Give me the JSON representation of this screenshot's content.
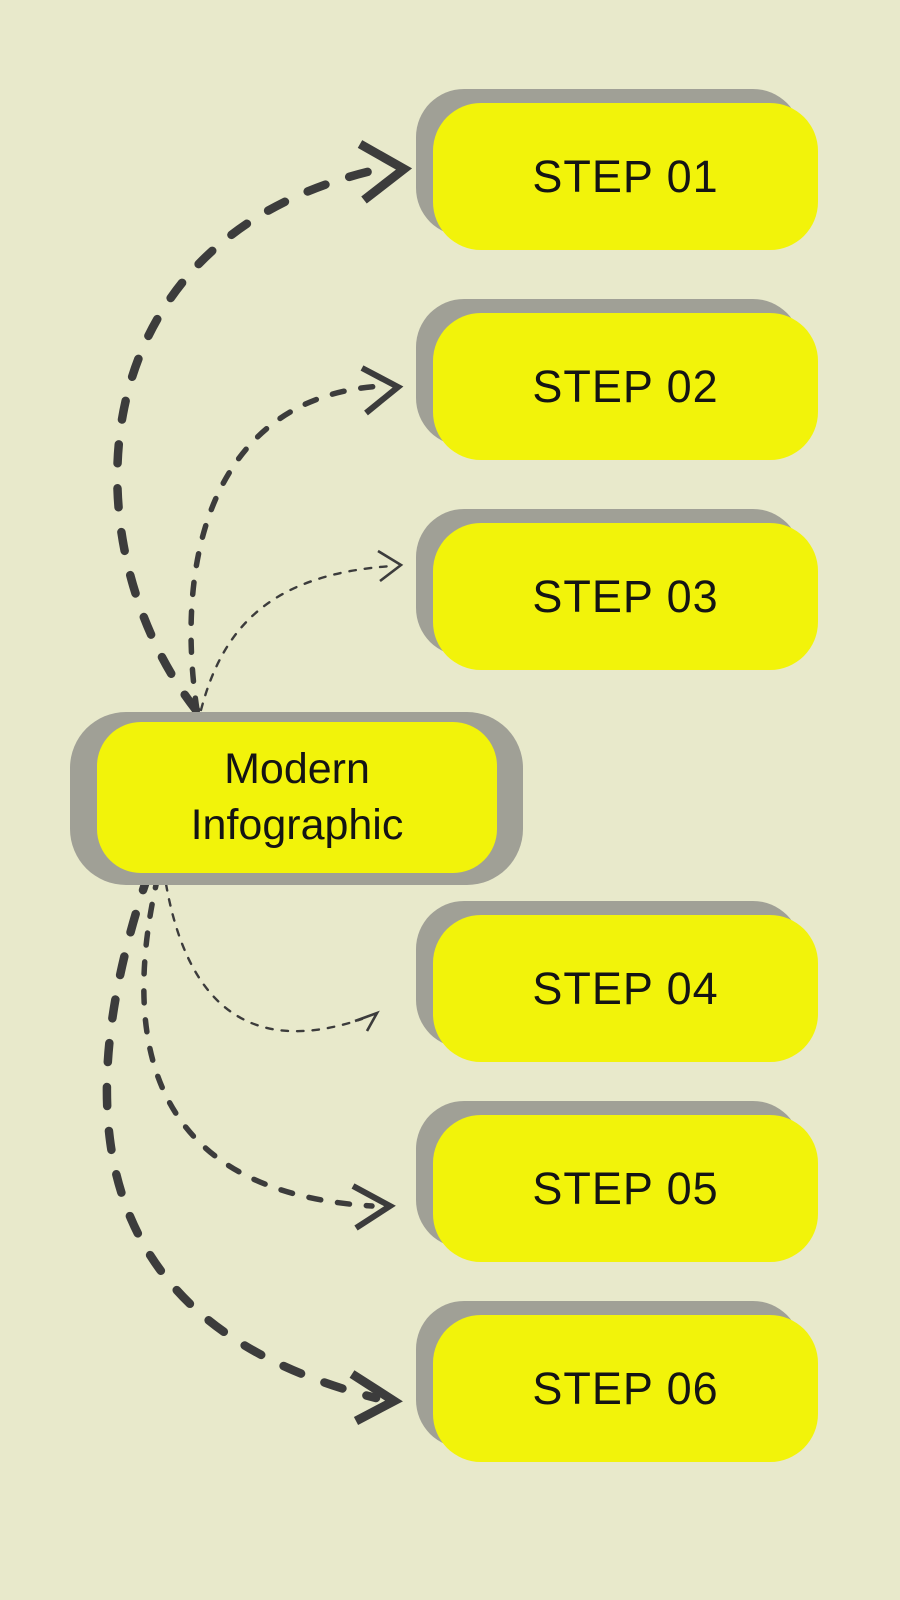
{
  "infographic": {
    "hub": {
      "line1": "Modern",
      "line2": "Infographic"
    },
    "steps": [
      {
        "label": "STEP 01"
      },
      {
        "label": "STEP 02"
      },
      {
        "label": "STEP 03"
      },
      {
        "label": "STEP 04"
      },
      {
        "label": "STEP 05"
      },
      {
        "label": "STEP 06"
      }
    ]
  },
  "theme": {
    "background": "#e8e9cb",
    "box_fill": "#f2f30a",
    "box_shadow": "#a0a096",
    "arrow_color": "#3c3c3c",
    "text_color": "#141414"
  }
}
